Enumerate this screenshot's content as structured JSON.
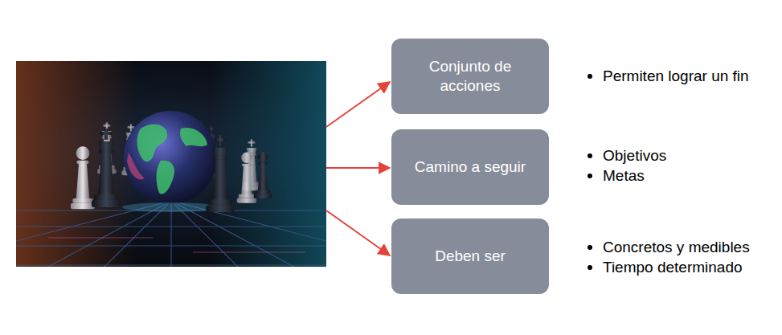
{
  "diagram": {
    "nodes": [
      {
        "text": [
          "Conjunto de acciones"
        ]
      },
      {
        "text": [
          "Camino a seguir"
        ]
      },
      {
        "text": [
          "Deben ser"
        ]
      }
    ],
    "labels": [
      "Permiten lograr un fin",
      "Objetivos",
      "Metas",
      "Concretos y medibles",
      "Tiempo determinado"
    ]
  }
}
